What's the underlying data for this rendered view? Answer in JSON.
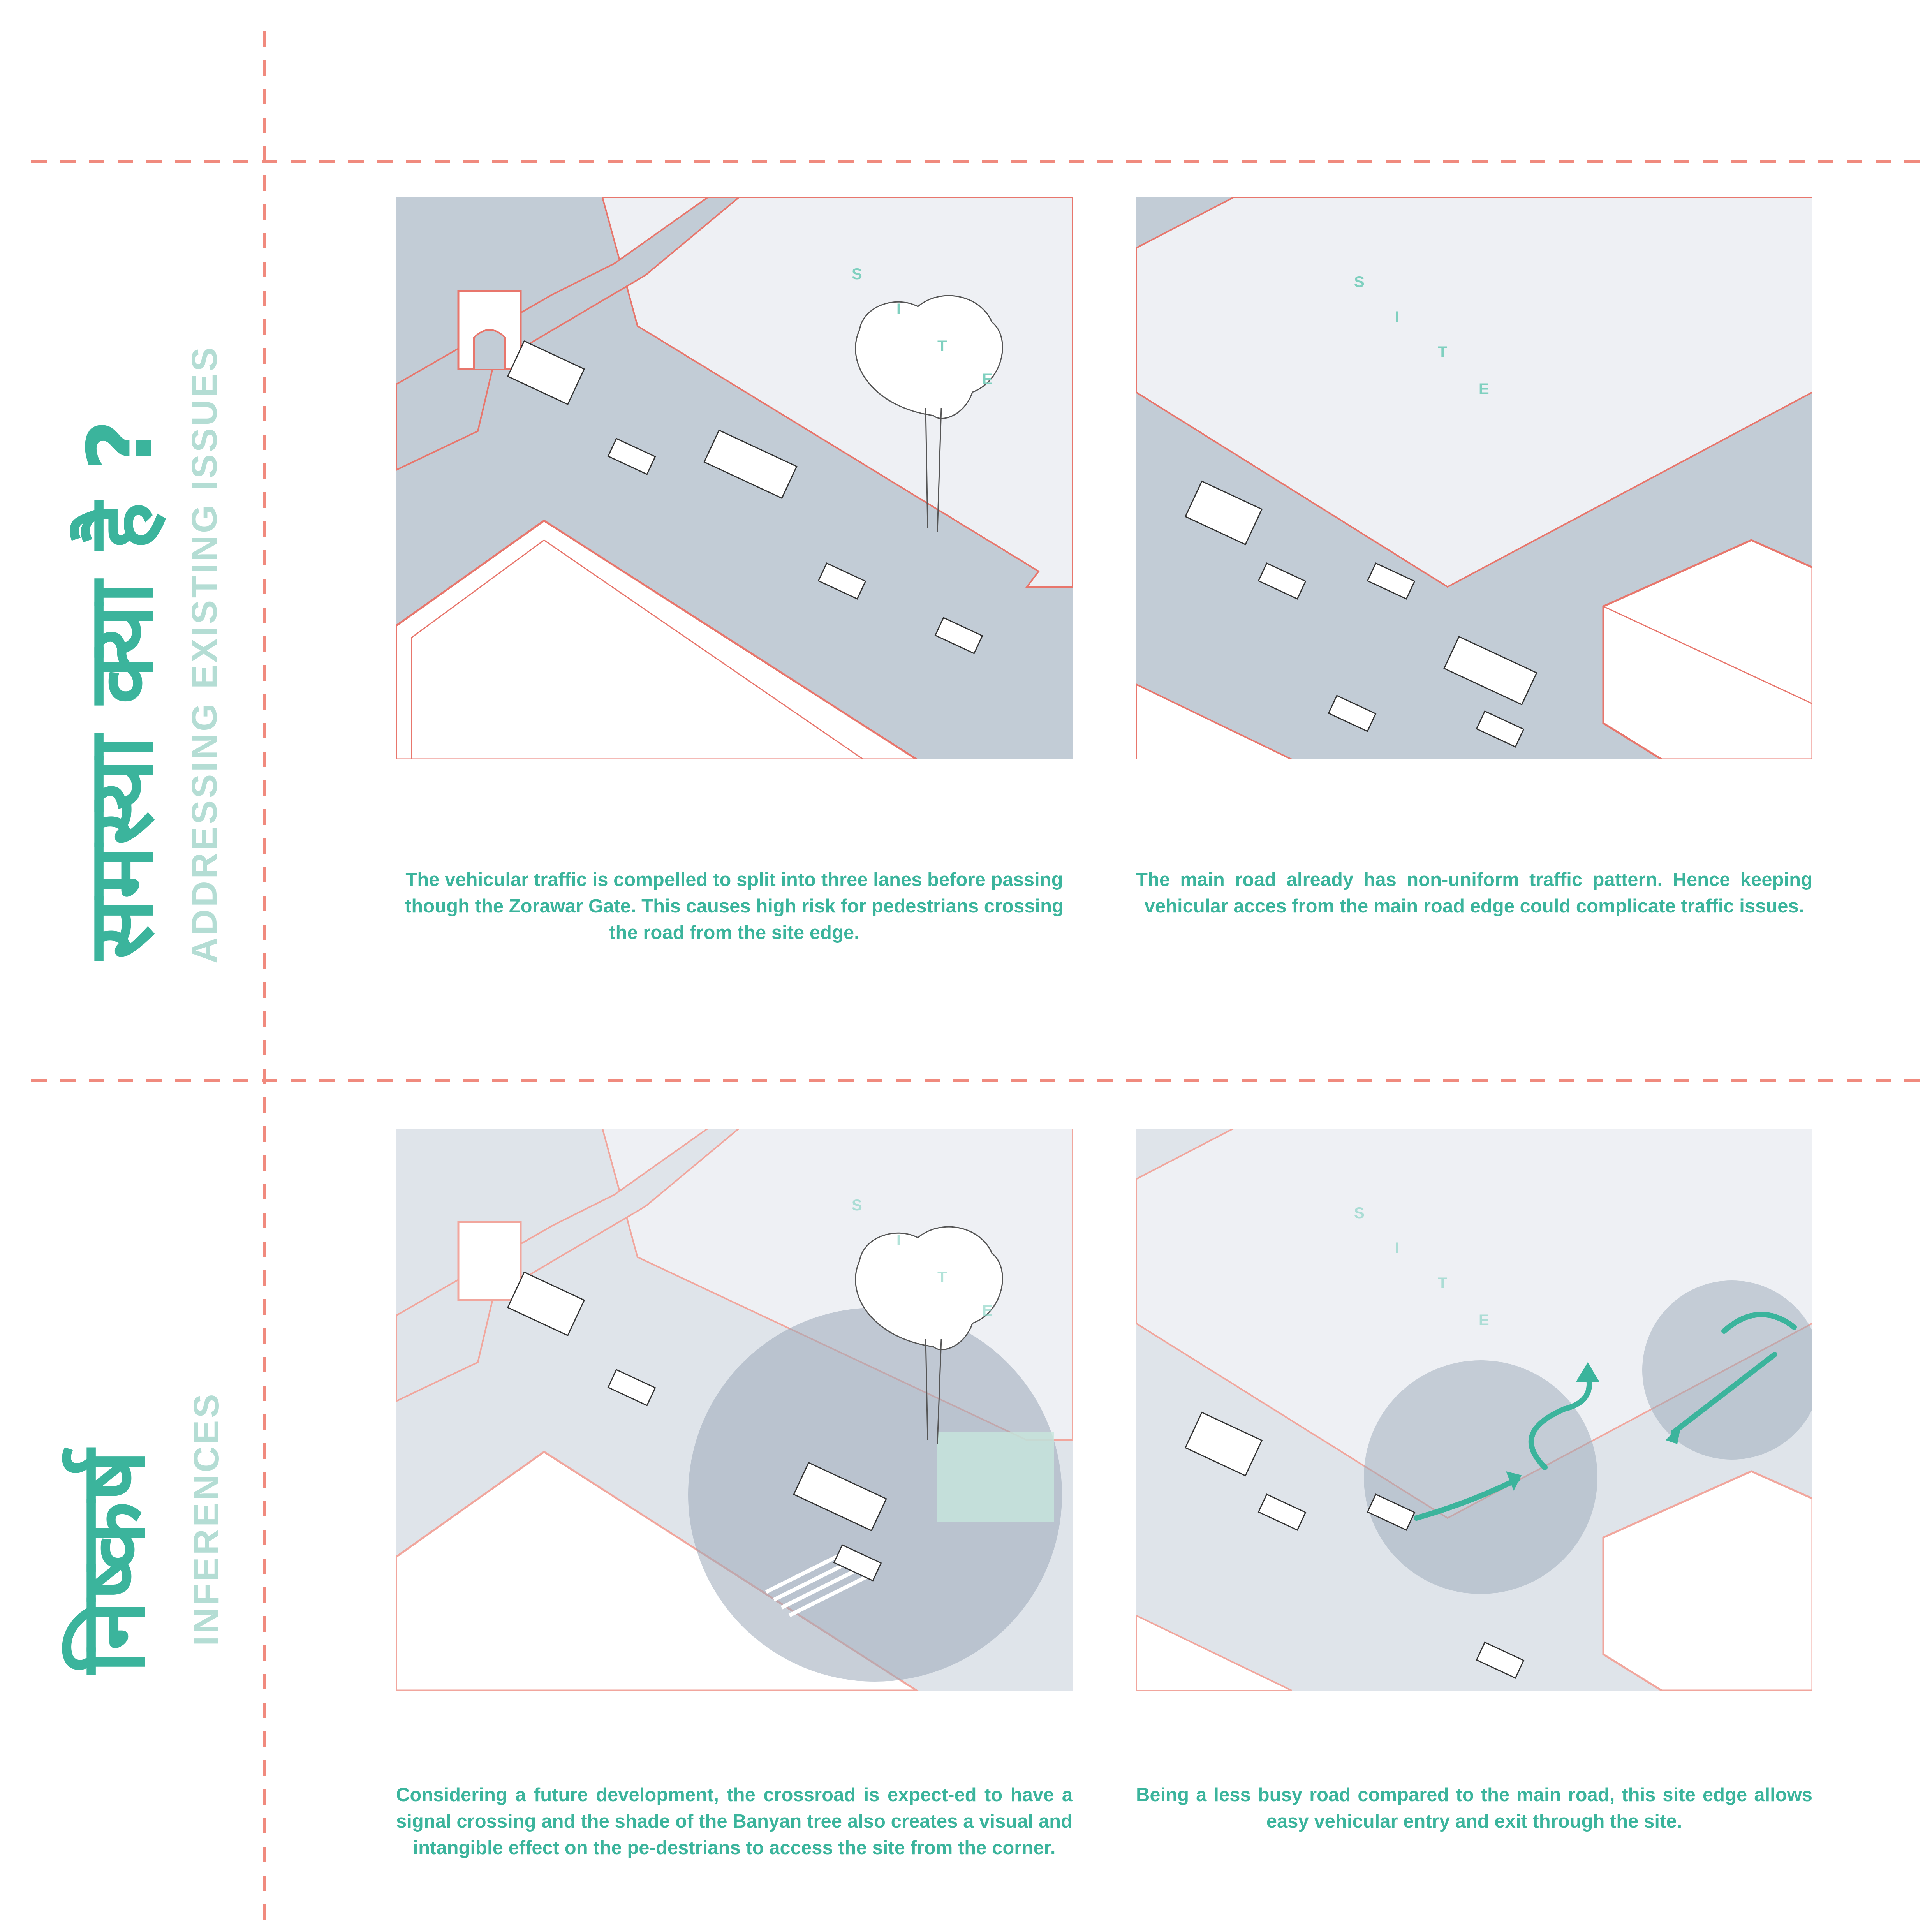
{
  "colors": {
    "accent": "#3bb49c",
    "accent_light": "#b4ddd4",
    "guide": "#f08a7e",
    "road": "#c2ccd6",
    "site": "#eef0f4",
    "outline": "#e8766c"
  },
  "sections": [
    {
      "hindi_title": "समस्या क्या है ?",
      "english_title": "ADDRESSING EXISTING ISSUES"
    },
    {
      "hindi_title": "निष्कर्ष",
      "english_title": "INFERENCES"
    }
  ],
  "site_label": [
    "S",
    "I",
    "T",
    "E"
  ],
  "captions": {
    "top_left": "The vehicular traffic is compelled to split into three lanes before passing though the Zorawar Gate. This causes high risk for pedestrians crossing the road from the site edge.",
    "top_right": "The main road already has non-uniform traffic pattern. Hence keeping vehicular acces from the main road edge could complicate traffic issues.",
    "bottom_left": "Considering a future development, the crossroad is expect-ed to have a signal crossing and the shade of the Banyan tree also creates a visual and intangible effect on the pe-destrians to access the site from the corner.",
    "bottom_right": "Being a less busy road compared to the main road, this site edge allows easy vehicular entry and exit through the site."
  }
}
